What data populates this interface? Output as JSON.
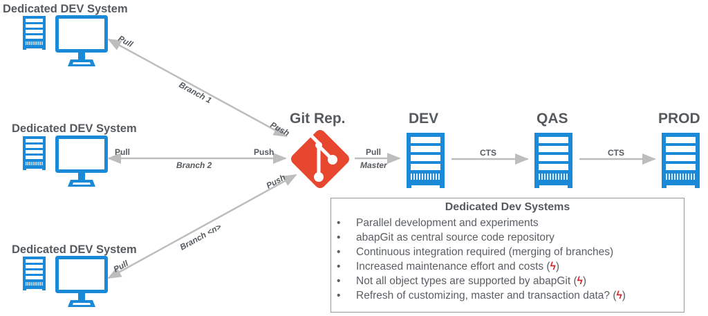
{
  "dev_systems": [
    {
      "title": "Dedicated DEV System",
      "pull_label": "Pull",
      "push_label": "Push",
      "branch_label": "Branch 1"
    },
    {
      "title": "Dedicated DEV System",
      "pull_label": "Pull",
      "push_label": "Push",
      "branch_label": "Branch 2"
    },
    {
      "title": "Dedicated DEV System",
      "pull_label": "Pull",
      "push_label": "Push",
      "branch_label": "Branch <n>"
    }
  ],
  "git_repo": {
    "title": "Git Rep.",
    "icon": "git-logo-icon",
    "color": "#e8472f"
  },
  "pipeline": {
    "git_to_dev": {
      "label_top": "Pull",
      "label_bottom": "Master"
    },
    "dev": {
      "title": "DEV"
    },
    "dev_to_qas": {
      "label": "CTS"
    },
    "qas": {
      "title": "QAS"
    },
    "qas_to_prod": {
      "label": "CTS"
    },
    "prod": {
      "title": "PROD"
    }
  },
  "info_box": {
    "title": "Dedicated Dev Systems",
    "bullet": "•",
    "items": [
      {
        "text": "Parallel development and experiments",
        "warning": ""
      },
      {
        "text": "abapGit as central source code repository",
        "warning": ""
      },
      {
        "text": "Continuous integration required (merging of branches)",
        "warning": ""
      },
      {
        "text": "Increased maintenance effort and costs (",
        "warning": "ϟ",
        "suffix": ")"
      },
      {
        "text": "Not all object types are supported by abapGit (",
        "warning": "ϟ",
        "suffix": ")"
      },
      {
        "text": "Refresh of customizing, master and transaction data? (",
        "warning": "ϟ",
        "suffix": ")"
      }
    ]
  },
  "colors": {
    "icon_blue": "#1a8ad8",
    "arrow_gray": "#bdbdbd",
    "text_gray": "#555a5e",
    "warning_red": "#d1262b"
  }
}
